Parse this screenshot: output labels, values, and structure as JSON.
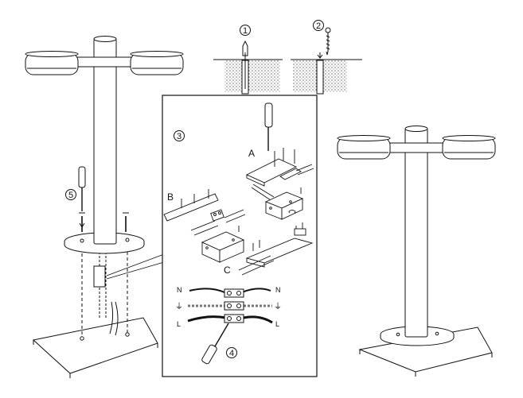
{
  "steps": {
    "s1": "1",
    "s2": "2",
    "s3": "3",
    "s4": "4",
    "s5": "5"
  },
  "detail_labels": {
    "a": "A",
    "b": "B",
    "c": "C"
  },
  "wire_labels": {
    "n_left": "N",
    "n_right": "N",
    "l_left": "L",
    "l_right": "L",
    "ground_symbol": "⏚"
  },
  "icons": [
    "screwdriver-icon",
    "wall-plug-anchor-icon",
    "screw-icon",
    "ground-symbol-icon",
    "junction-box-icon",
    "terminal-block-icon"
  ],
  "colors": {
    "line": "#111111",
    "fill": "#ffffff",
    "shade": "#cfcfcf"
  }
}
